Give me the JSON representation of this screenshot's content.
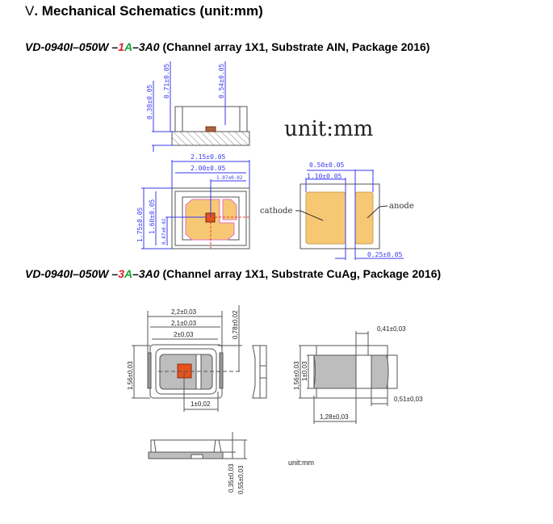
{
  "section": {
    "number": "V",
    "title": ". Mechanical Schematics (unit:mm)"
  },
  "model1": {
    "prefix": "VD-0940I–050W –",
    "code_red": "1",
    "code_green": "A",
    "suffix": "–3A0",
    "desc": " (Channel array 1X1, Substrate AIN, Package 2016)",
    "drawing": {
      "unit": "unit:mm",
      "dims": {
        "h038": "0.38±0.05",
        "h071": "0.71±0.05",
        "h054": "0.54±0.05",
        "w215": "2.15±0.05",
        "w200": "2.00±0.05",
        "w107": "1.07±0.02",
        "h175": "1.75±0.05",
        "h160": "1.60±0.05",
        "h087": "0.87±0.02",
        "p050": "0.50±0.05",
        "p110": "1.10±0.05",
        "p025": "0.25±0.05"
      },
      "cathode": "cathode",
      "anode": "anode"
    }
  },
  "model2": {
    "prefix": "VD-0940I–050W –",
    "code_red": "3",
    "code_green": "A",
    "suffix": "–3A0",
    "desc": " (Channel array 1X1, Substrate CuAg, Package 2016)",
    "drawing": {
      "unit": "unit:mm",
      "dims": {
        "w22": "2,2±0,03",
        "w21": "2,1±0,03",
        "w2": "2±0,03",
        "h078": "0,78±0,02",
        "h156": "1,56±0,03",
        "w1": "1±0,02",
        "w041": "0,41±0,03",
        "h156b": "1,56±0,03",
        "h1": "1±0,03",
        "w051": "0,51±0,03",
        "w128": "1,28±0,03",
        "h035": "0,35±0,03",
        "h055": "0,55±0,03"
      }
    }
  },
  "colors": {
    "dim_blue": "#3a3af0",
    "pad": "#f7c873",
    "chip": "#e8511c",
    "pad_gray": "#bdbdbd"
  }
}
